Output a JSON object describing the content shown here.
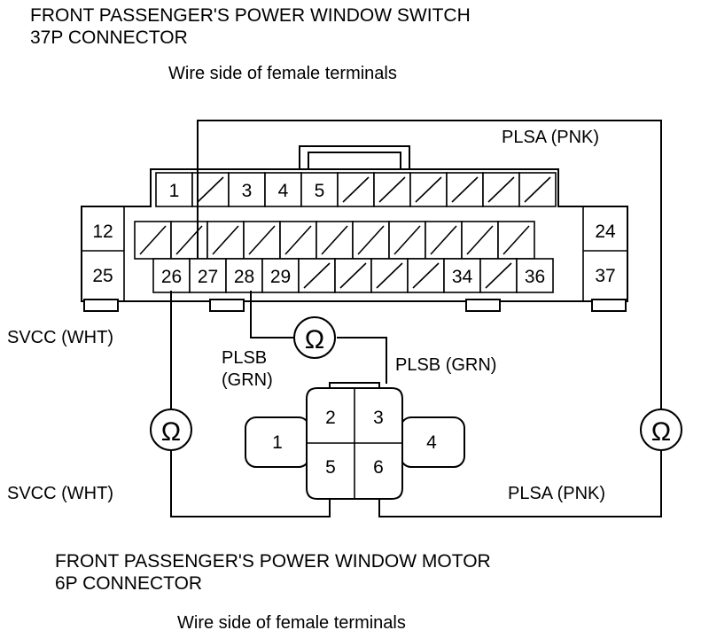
{
  "switch_connector": {
    "title_line1": "FRONT PASSENGER'S POWER WINDOW SWITCH",
    "title_line2": "37P CONNECTOR",
    "view": "Wire side of female terminals",
    "top_row": [
      {
        "label": "1"
      },
      {
        "label": ""
      },
      {
        "label": "3"
      },
      {
        "label": "4"
      },
      {
        "label": "5"
      },
      {
        "label": ""
      },
      {
        "label": ""
      },
      {
        "label": ""
      },
      {
        "label": ""
      },
      {
        "label": ""
      },
      {
        "label": ""
      }
    ],
    "middle_row_blank_count": 11,
    "bottom_row": [
      {
        "label": "26"
      },
      {
        "label": "27"
      },
      {
        "label": "28"
      },
      {
        "label": "29"
      },
      {
        "label": ""
      },
      {
        "label": ""
      },
      {
        "label": ""
      },
      {
        "label": ""
      },
      {
        "label": "34"
      },
      {
        "label": ""
      },
      {
        "label": "36"
      }
    ],
    "left_block": [
      "12",
      "25"
    ],
    "right_block": [
      "24",
      "37"
    ]
  },
  "motor_connector": {
    "title_line1": "FRONT PASSENGER'S POWER WINDOW MOTOR",
    "title_line2": "6P CONNECTOR",
    "view": "Wire side of female terminals",
    "pins": [
      "1",
      "2",
      "3",
      "4",
      "5",
      "6"
    ]
  },
  "wire_labels": {
    "plsa_top": "PLSA (PNK)",
    "plsa_bottom": "PLSA (PNK)",
    "svcc_top": "SVCC (WHT)",
    "svcc_bottom": "SVCC (WHT)",
    "plsb_left_line1": "PLSB",
    "plsb_left_line2": "(GRN)",
    "plsb_right": "PLSB (GRN)"
  },
  "meters": {
    "symbol": "Ω"
  }
}
